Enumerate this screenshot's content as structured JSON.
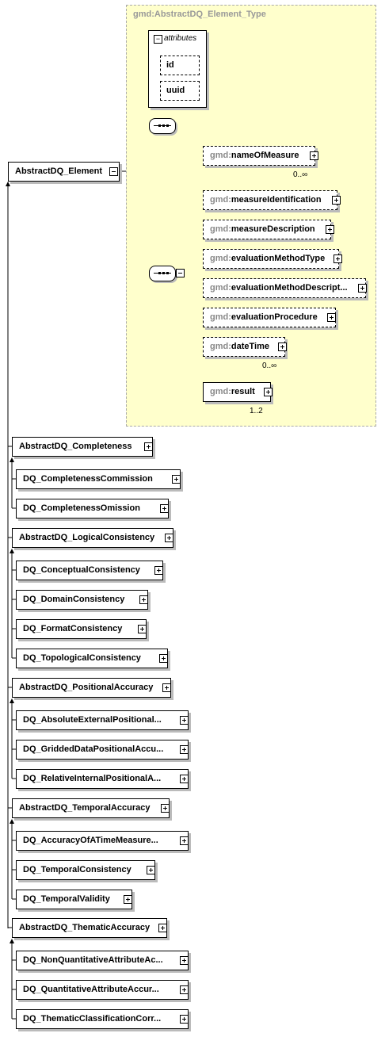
{
  "type": {
    "title": "gmd:AbstractDQ_Element_Type",
    "attributes_label": "attributes",
    "attributes": [
      "id",
      "uuid"
    ],
    "prefix": "gmd:",
    "children": [
      {
        "name": "nameOfMeasure",
        "card": "0..∞"
      },
      {
        "name": "measureIdentification",
        "card": ""
      },
      {
        "name": "measureDescription",
        "card": ""
      },
      {
        "name": "evaluationMethodType",
        "card": ""
      },
      {
        "name": "evaluationMethodDescript...",
        "card": ""
      },
      {
        "name": "evaluationProcedure",
        "card": ""
      },
      {
        "name": "dateTime",
        "card": "0..∞"
      },
      {
        "name": "result",
        "card": "1..2"
      }
    ]
  },
  "root": {
    "name": "AbstractDQ_Element"
  },
  "groups": [
    {
      "name": "AbstractDQ_Completeness",
      "children": [
        "DQ_CompletenessCommission",
        "DQ_CompletenessOmission"
      ]
    },
    {
      "name": "AbstractDQ_LogicalConsistency",
      "children": [
        "DQ_ConceptualConsistency",
        "DQ_DomainConsistency",
        "DQ_FormatConsistency",
        "DQ_TopologicalConsistency"
      ]
    },
    {
      "name": "AbstractDQ_PositionalAccuracy",
      "children": [
        "DQ_AbsoluteExternalPositional...",
        "DQ_GriddedDataPositionalAccu...",
        "DQ_RelativeInternalPositionalA..."
      ]
    },
    {
      "name": "AbstractDQ_TemporalAccuracy",
      "children": [
        "DQ_AccuracyOfATimeMeasure...",
        "DQ_TemporalConsistency",
        "DQ_TemporalValidity"
      ]
    },
    {
      "name": "AbstractDQ_ThematicAccuracy",
      "children": [
        "DQ_NonQuantitativeAttributeAc...",
        "DQ_QuantitativeAttributeAccur...",
        "DQ_ThematicClassificationCorr..."
      ]
    }
  ]
}
